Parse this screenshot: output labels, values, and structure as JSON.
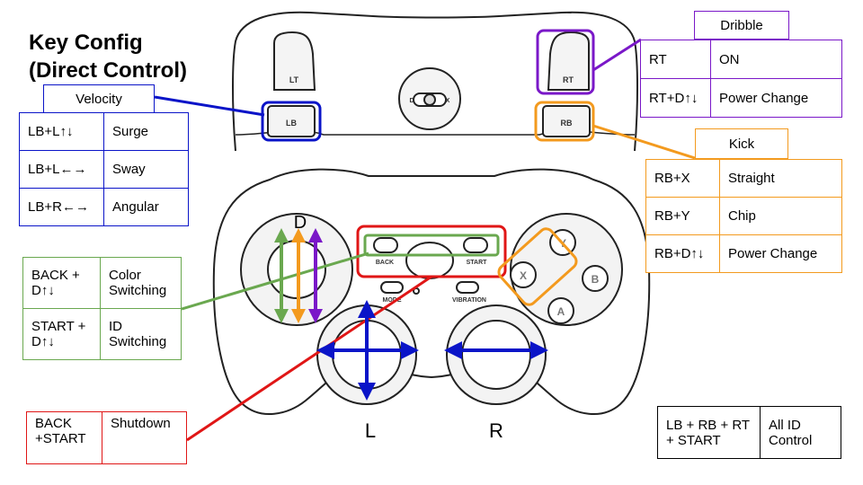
{
  "title": {
    "line1": "Key Config",
    "line2": "(Direct Control)"
  },
  "controller": {
    "lt": "LT",
    "rt": "RT",
    "lb": "LB",
    "rb": "RB",
    "mode_d": "D",
    "mode_x": "X",
    "back": "BACK",
    "start": "START",
    "mode": "MODE",
    "vibration": "VIBRATION",
    "dpad_label": "D",
    "left_stick": "L",
    "right_stick": "R",
    "btn_y": "Y",
    "btn_x": "X",
    "btn_b": "B",
    "btn_a": "A"
  },
  "colors": {
    "blue": "#0a14c8",
    "purple": "#7a18c8",
    "orange": "#f39a1e",
    "green": "#6aa84f",
    "red": "#e01616"
  },
  "velocity": {
    "header": "Velocity",
    "rows": [
      {
        "key": "LB+L↑↓",
        "action": "Surge"
      },
      {
        "key": "LB+L←→",
        "action": "Sway"
      },
      {
        "key": "LB+R←→",
        "action": "Angular"
      }
    ]
  },
  "dribble": {
    "header": "Dribble",
    "rows": [
      {
        "key": "RT",
        "action": "ON"
      },
      {
        "key": "RT+D↑↓",
        "action": "Power Change"
      }
    ]
  },
  "kick": {
    "header": "Kick",
    "rows": [
      {
        "key": "RB+X",
        "action": "Straight"
      },
      {
        "key": "RB+Y",
        "action": "Chip"
      },
      {
        "key": "RB+D↑↓",
        "action": "Power Change"
      }
    ]
  },
  "color_id": {
    "rows": [
      {
        "key": "BACK + D↑↓",
        "action": "Color Switching"
      },
      {
        "key": "START + D↑↓",
        "action": "ID Switching"
      }
    ]
  },
  "shutdown": {
    "key": "BACK +START",
    "action": "Shutdown"
  },
  "all_id": {
    "key": "LB + RB + RT + START",
    "action": "All ID Control"
  }
}
